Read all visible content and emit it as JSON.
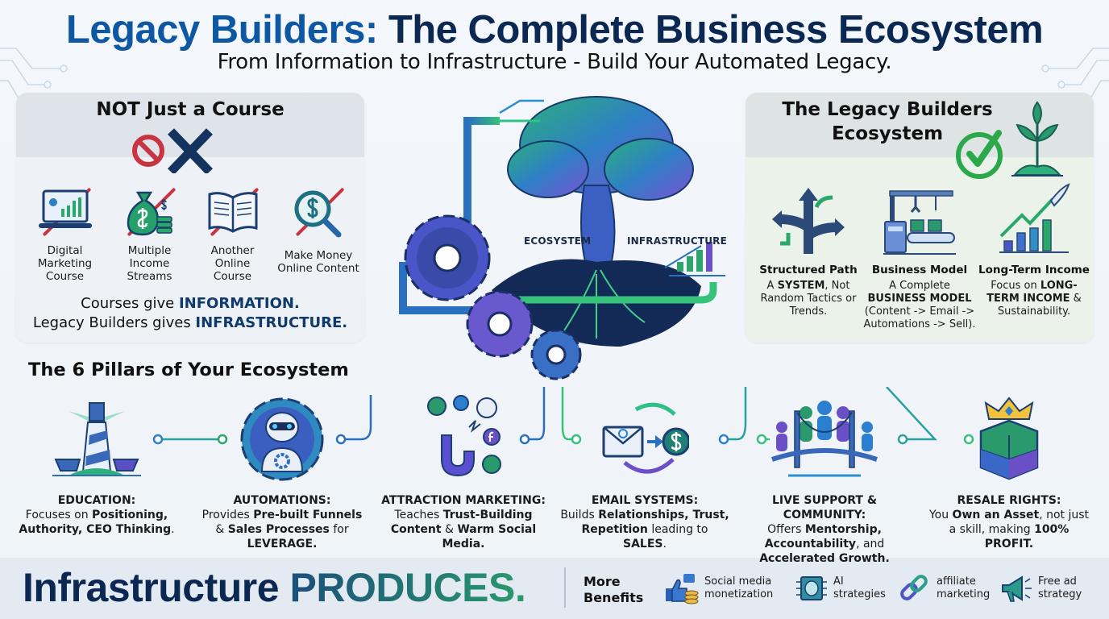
{
  "header": {
    "title_part1": "Legacy Builders:",
    "title_part2": "The Complete Business Ecosystem",
    "subtitle": "From Information to Infrastructure - Build Your Automated Legacy."
  },
  "not_course_panel": {
    "title": "NOT Just a Course",
    "items": [
      {
        "icon": "laptop-chart-icon",
        "label_lines": [
          "Digital",
          "Marketing",
          "Course"
        ]
      },
      {
        "icon": "money-bag-icon",
        "label_lines": [
          "Multiple",
          "Income",
          "Streams"
        ]
      },
      {
        "icon": "open-book-icon",
        "label_lines": [
          "Another",
          "Online",
          "Course"
        ]
      },
      {
        "icon": "magnifier-dollar-icon",
        "label_lines": [
          "Make Money",
          "Online Content"
        ]
      }
    ],
    "tagline_line1_prefix": "Courses give ",
    "tagline_line1_highlight": "INFORMATION.",
    "tagline_line2_prefix": "Legacy Builders gives ",
    "tagline_line2_highlight": "INFRASTRUCTURE."
  },
  "ecosystem_panel": {
    "title_line1": "The Legacy Builders",
    "title_line2": "Ecosystem",
    "items": [
      {
        "icon": "crossroads-arrows-icon",
        "heading": "Structured Path",
        "desc_parts": [
          [
            "A ",
            false
          ],
          [
            "SYSTEM",
            true
          ],
          [
            ", Not Random Tactics or Trends.",
            false
          ]
        ]
      },
      {
        "icon": "factory-conveyor-icon",
        "heading": "Business Model",
        "desc_parts": [
          [
            "A Complete ",
            false
          ],
          [
            "BUSINESS MODEL",
            true
          ],
          [
            " (Content -> Email -> Automations -> Sell).",
            false
          ]
        ]
      },
      {
        "icon": "growth-rocket-icon",
        "heading": "Long-Term Income",
        "desc_parts": [
          [
            "Focus on ",
            false
          ],
          [
            "LONG-TERM INCOME",
            true
          ],
          [
            " & Sustainability.",
            false
          ]
        ]
      }
    ]
  },
  "center": {
    "label_left": "ECOSYSTEM",
    "label_right": "INFRASTRUCTURE"
  },
  "pillars": {
    "title": "The 6 Pillars of Your Ecosystem",
    "items": [
      {
        "icon": "lighthouse-icon",
        "heading": "EDUCATION:",
        "parts": [
          [
            "Focuses on ",
            false
          ],
          [
            "Positioning, Authority, CEO Thinking",
            true
          ],
          [
            ".",
            false
          ]
        ]
      },
      {
        "icon": "robot-gear-icon",
        "heading": "AUTOMATIONS:",
        "parts": [
          [
            "Provides ",
            false
          ],
          [
            "Pre-built Funnels",
            true
          ],
          [
            " & ",
            false
          ],
          [
            "Sales Processes",
            true
          ],
          [
            " for ",
            false
          ],
          [
            "LEVERAGE.",
            true
          ]
        ]
      },
      {
        "icon": "magnet-social-icon",
        "heading": "ATTRACTION MARKETING:",
        "parts": [
          [
            "Teaches ",
            false
          ],
          [
            "Trust-Building Content",
            true
          ],
          [
            " & ",
            false
          ],
          [
            "Warm Social Media.",
            true
          ]
        ]
      },
      {
        "icon": "email-dollar-icon",
        "heading": "EMAIL SYSTEMS:",
        "parts": [
          [
            "Builds ",
            false
          ],
          [
            "Relationships, Trust, Repetition",
            true
          ],
          [
            " leading to ",
            false
          ],
          [
            "SALES",
            true
          ],
          [
            ".",
            false
          ]
        ]
      },
      {
        "icon": "bridge-community-icon",
        "heading": "LIVE SUPPORT & COMMUNITY:",
        "parts": [
          [
            "Offers ",
            false
          ],
          [
            "Mentorship, Accountability",
            true
          ],
          [
            ", and ",
            false
          ],
          [
            "Accelerated Growth.",
            true
          ]
        ]
      },
      {
        "icon": "crown-blocks-icon",
        "heading": "RESALE RIGHTS:",
        "parts": [
          [
            "You ",
            false
          ],
          [
            "Own an Asset",
            true
          ],
          [
            ", not just a skill, making ",
            false
          ],
          [
            "100% PROFIT.",
            true
          ]
        ]
      }
    ]
  },
  "footer": {
    "slogan_part1": "Infrastructure",
    "slogan_part2": "PRODUCES.",
    "more_line1": "More",
    "more_line2": "Benefits",
    "benefits": [
      {
        "icon": "thumbs-up-coins-icon",
        "line1": "Social media",
        "line2": "monetization"
      },
      {
        "icon": "ai-chip-brain-icon",
        "line1": "AI",
        "line2": "strategies"
      },
      {
        "icon": "chain-link-icon",
        "line1": "affiliate",
        "line2": "marketing"
      },
      {
        "icon": "megaphone-icon",
        "line1": "Free ad",
        "line2": "strategy"
      }
    ]
  },
  "colors": {
    "title_blue": "#0e57a2",
    "title_navy": "#0b2852",
    "accent_green": "#2a9a6c",
    "accent_purple": "#6b4fc6",
    "no_red": "#c8343f",
    "check_green": "#2aa84a"
  }
}
